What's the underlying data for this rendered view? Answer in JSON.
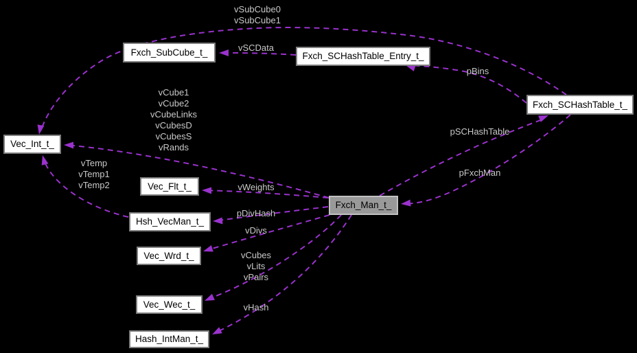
{
  "diagram": {
    "kind": "collaboration-graph",
    "colors": {
      "background": "#000000",
      "edge": "#9a32cd",
      "edge_label_text": "#c9c9c9",
      "node_fill": "#ffffff",
      "node_border": "#7e7e7e",
      "node_text": "#000000",
      "highlight_node_fill": "#999999",
      "highlight_node_border": "#c2c2c2"
    },
    "nodes": {
      "fxch_subcube": {
        "label": "Fxch_SubCube_t_"
      },
      "fxch_schashtable_entry": {
        "label": "Fxch_SCHashTable_Entry_t_"
      },
      "fxch_schashtable": {
        "label": "Fxch_SCHashTable_t_"
      },
      "vec_int": {
        "label": "Vec_Int_t_"
      },
      "vec_flt": {
        "label": "Vec_Flt_t_"
      },
      "hsh_vecman": {
        "label": "Hsh_VecMan_t_"
      },
      "vec_wrd": {
        "label": "Vec_Wrd_t_"
      },
      "fxch_man": {
        "label": "Fxch_Man_t_"
      },
      "vec_wec": {
        "label": "Vec_Wec_t_"
      },
      "hash_intman": {
        "label": "Hash_IntMan_t_"
      }
    },
    "edge_labels": {
      "vsubcube": "vSubCube0\nvSubCube1",
      "vscdata": "vSCData",
      "pbins": "pBins",
      "vcube_int": "vCube1\nvCube2\nvCubeLinks\nvCubesD\nvCubesS\nvRands",
      "pschashtable": "pSCHashTable",
      "vtemp": "vTemp\nvTemp1\nvTemp2",
      "pfxchman": "pFxchMan",
      "vweights": "vWeights",
      "pdivhash": "pDivHash",
      "vdivs": "vDivs",
      "vcubes_wec": "vCubes\nvLits\nvPairs",
      "vhash": "vHash"
    }
  }
}
